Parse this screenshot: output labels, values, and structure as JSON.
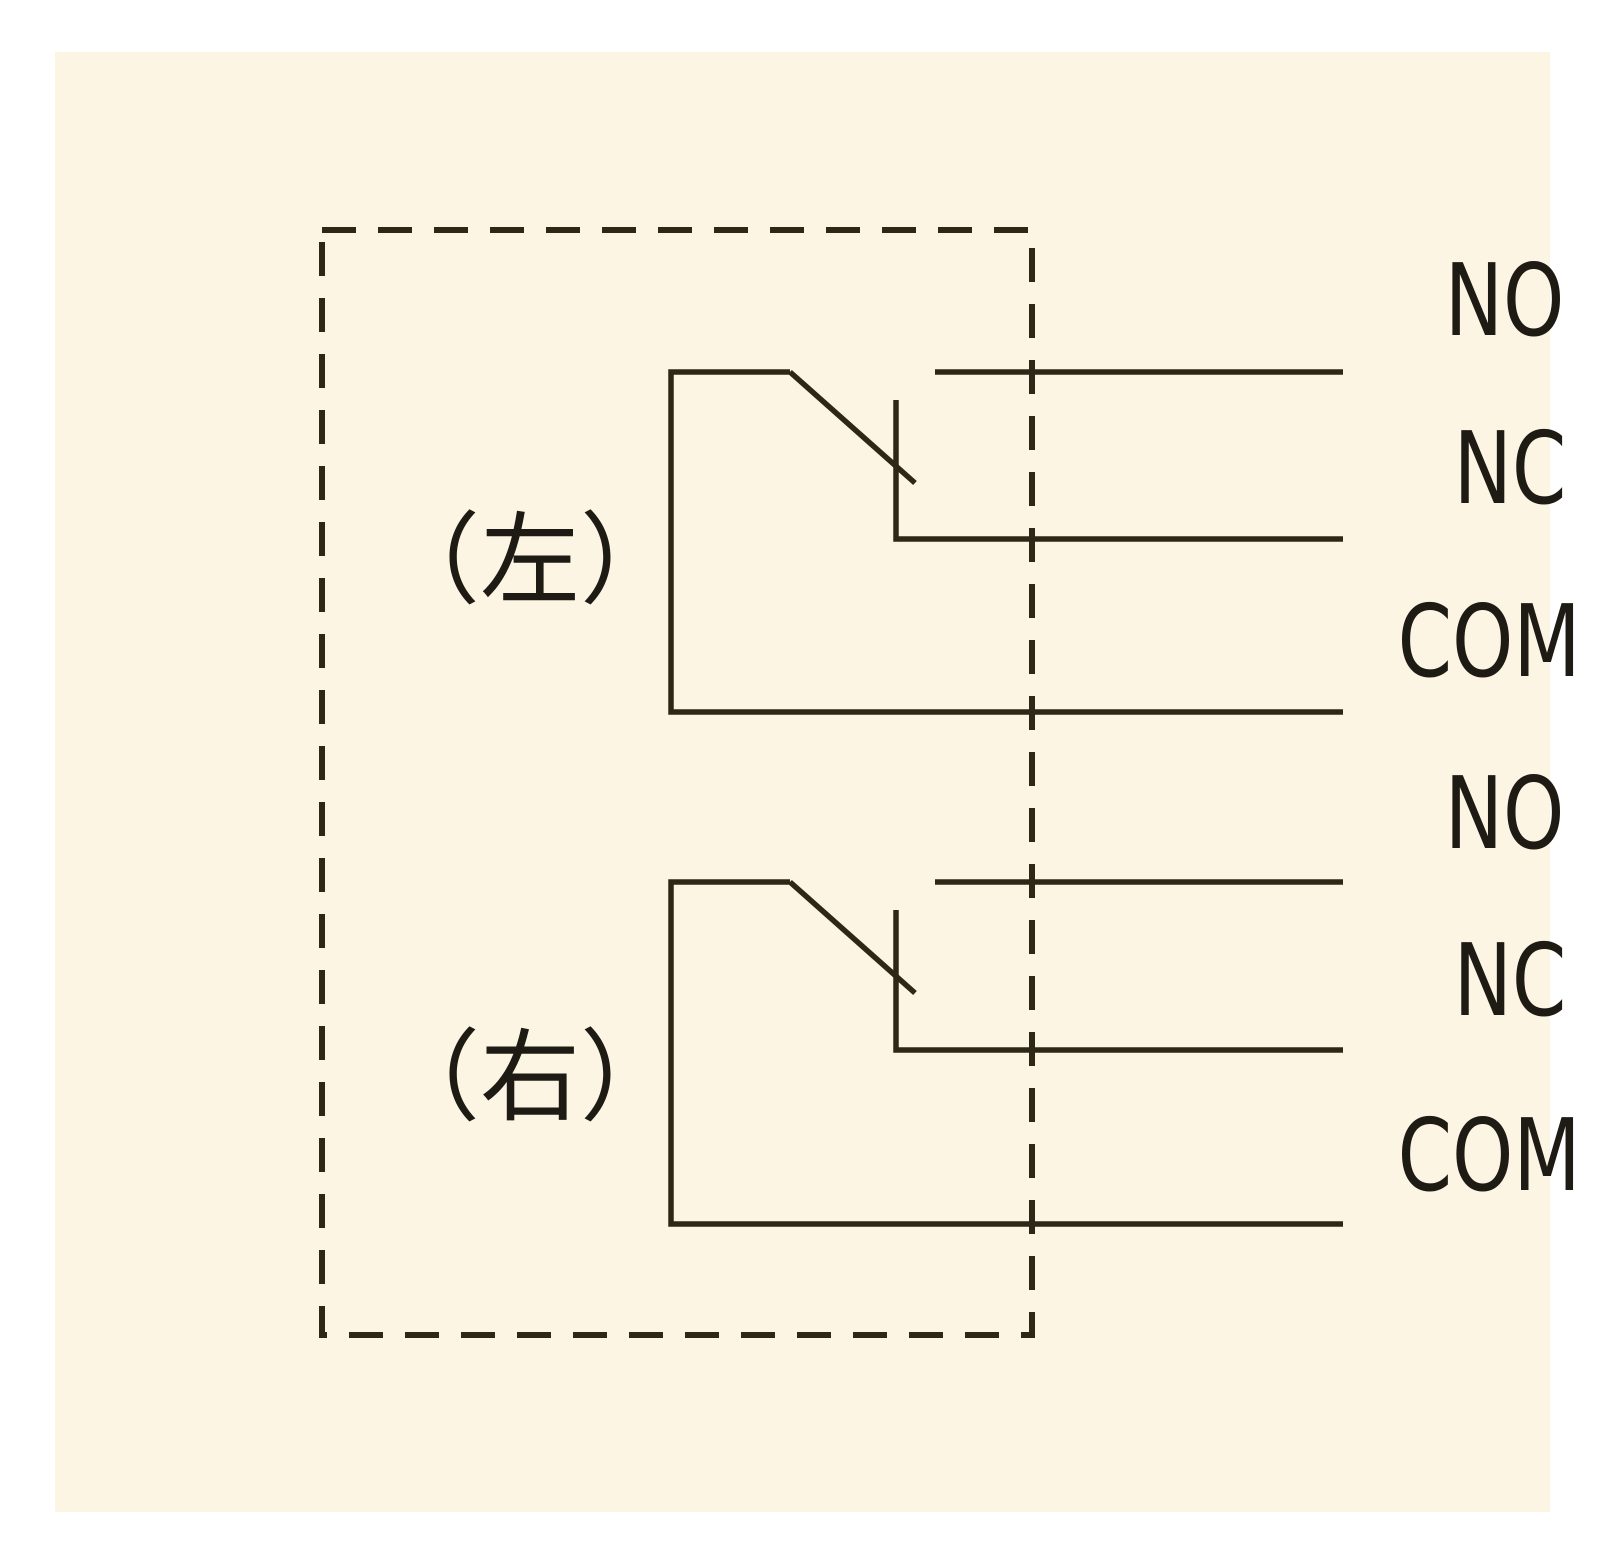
{
  "colors": {
    "background": "#fdf5e3",
    "line": "#2f2618",
    "text": "#1e1a14"
  },
  "diagram": {
    "sections": [
      {
        "label": "（左）",
        "terminals": [
          "NO",
          "NC",
          "COM"
        ]
      },
      {
        "label": "（右）",
        "terminals": [
          "NO",
          "NC",
          "COM"
        ]
      }
    ]
  }
}
